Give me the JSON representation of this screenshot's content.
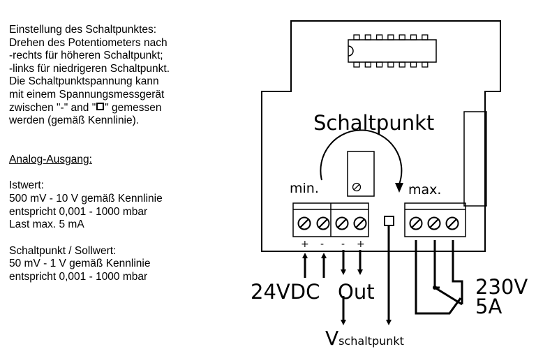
{
  "notes": {
    "setting_lines": [
      "Einstellung des Schaltpunktes:",
      "Drehen des Potentiometers nach",
      "-rechts für höheren Schaltpunkt;",
      "-links für niedrigeren Schaltpunkt.",
      "Die Schaltpunktspannung kann",
      "mit einem Spannungsmessgerät"
    ],
    "measure_pre": "zwischen \"-\" and \"",
    "measure_post": "\" gemessen",
    "measure_end": "werden (gemäß Kennlinie).",
    "analog_heading": "Analog-Ausgang:",
    "istwert_lines": [
      "Istwert:",
      "500 mV - 10 V gemäß Kennlinie",
      "entspricht 0,001 - 1000 mbar",
      "Last max. 5 mA"
    ],
    "sollwert_lines": [
      "Schaltpunkt / Sollwert:",
      "50 mV - 1 V gemäß Kennlinie",
      "entspricht 0,001 - 1000 mbar"
    ]
  },
  "diagram": {
    "pot_title": "Schaltpunkt",
    "min_label": "min.",
    "max_label": "max.",
    "plus_left": "+",
    "minus_left": "-",
    "minus_right": "-",
    "plus_right": "+",
    "supply_label": "24VDC",
    "out_label": "Out",
    "relay_voltage": "230V",
    "relay_current": "5A",
    "vsp_main": "V",
    "vsp_sub": "schaltpunkt"
  }
}
